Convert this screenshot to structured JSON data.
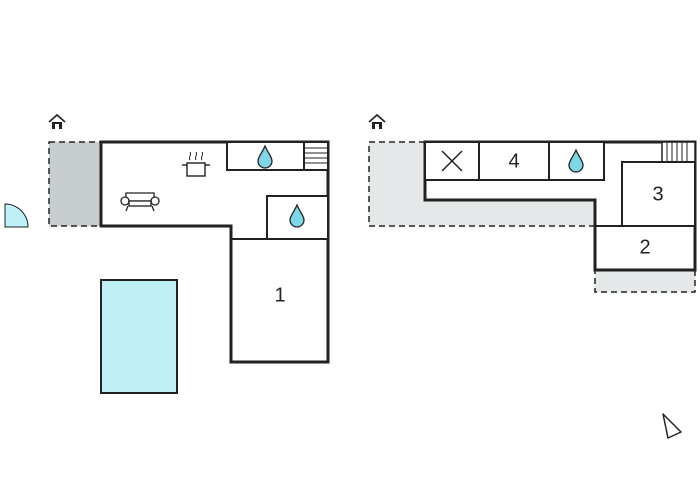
{
  "colors": {
    "wall": "#222222",
    "terrace": "#e4e8e8",
    "terrace_dark": "#c8ced0",
    "pool": "#bff0f5",
    "water": "#7fd6e6",
    "door": "#bff0f5"
  },
  "floors": [
    {
      "id": "ground-floor",
      "entrance_icon": "house-entrance-icon",
      "rooms": [
        {
          "id": "living-kitchen",
          "label": "",
          "icons": [
            "sofa-icon",
            "cooking-pot-icon"
          ]
        },
        {
          "id": "kitchen-counter",
          "label": "",
          "icons": [
            "water-drop-icon"
          ]
        },
        {
          "id": "bathroom",
          "label": "",
          "icons": [
            "water-drop-icon"
          ]
        },
        {
          "id": "bedroom-1",
          "label": "1",
          "icons": []
        }
      ],
      "extras": [
        "terrace",
        "pool",
        "stairs-icon",
        "door-icon"
      ]
    },
    {
      "id": "upper-floor",
      "entrance_icon": "house-entrance-icon",
      "rooms": [
        {
          "id": "storage",
          "label": "",
          "icons": [
            "cross-icon"
          ]
        },
        {
          "id": "bedroom-4",
          "label": "4",
          "icons": []
        },
        {
          "id": "bathroom",
          "label": "",
          "icons": [
            "water-drop-icon"
          ]
        },
        {
          "id": "bedroom-3",
          "label": "3",
          "icons": []
        },
        {
          "id": "bedroom-2",
          "label": "2",
          "icons": []
        }
      ],
      "extras": [
        "balcony",
        "stairs-icon",
        "north-arrow-icon"
      ]
    }
  ]
}
